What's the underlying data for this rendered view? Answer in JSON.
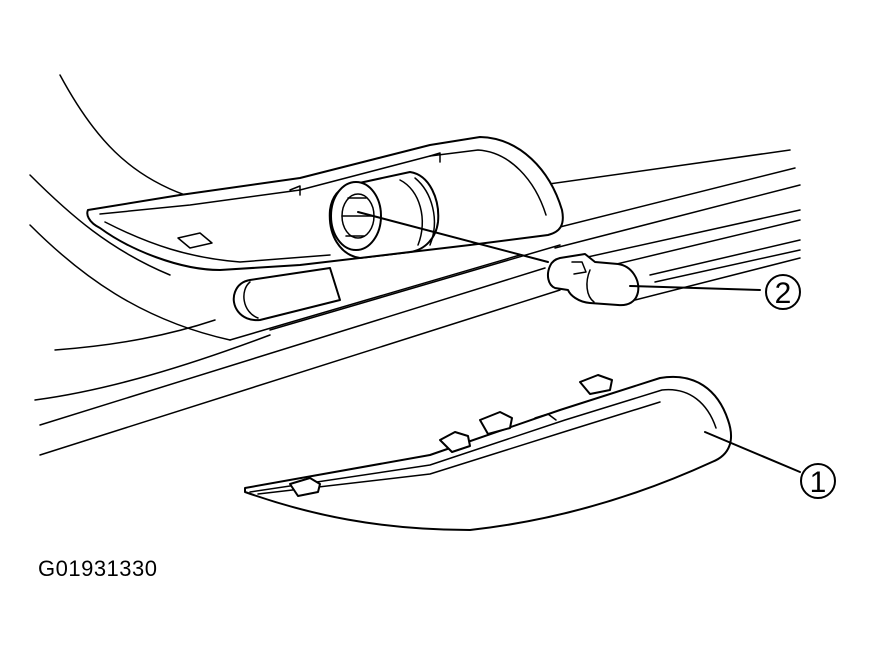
{
  "figure": {
    "id_label": "G01931330",
    "callouts": [
      {
        "number": "1",
        "part": "lens"
      },
      {
        "number": "2",
        "part": "bulb"
      }
    ]
  }
}
